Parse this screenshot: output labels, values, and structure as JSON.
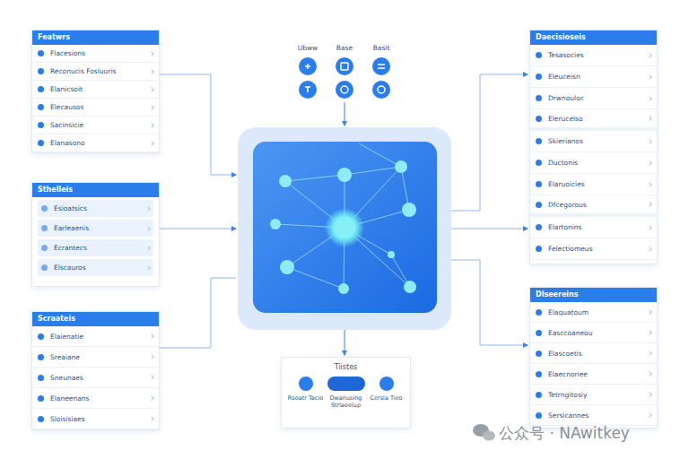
{
  "diagram": {
    "nodes": [
      {
        "text": [
          "Featwrs",
          "Flacesions",
          "Reconucis Fosluuris",
          "Elanicsoit",
          "Elecausos",
          "Sacinsicie",
          "Elanasono"
        ]
      },
      {
        "text": [
          "Sthelleis",
          "Esioatsics",
          "Earleaenis",
          "Ecrantecs",
          "Elscauros"
        ]
      },
      {
        "text": [
          "Scraateis",
          "Elaienatie",
          "Sreaiane",
          "Sneunaes",
          "Elaneenans",
          "Sloisisiaes"
        ]
      },
      {
        "text": [
          "Daecisioseis",
          "Tesasocies",
          "Eleuceisn",
          "Drwnouloc",
          "Elerucelso",
          "Skierianos",
          "Ductonis",
          "Elaruoicies",
          "Dfcegorous",
          "Elartonins",
          "Felectiomeus"
        ]
      },
      {
        "text": [
          "Dlseereins",
          "Elaquatoum",
          "Easccoaneou",
          "Elascoetis",
          "Elaecnoriee",
          "Tetrngitosiy",
          "Sersicannes"
        ]
      },
      {
        "text": [
          "Tiistes",
          "Rsoatr Tacio",
          "Dwanusing Strlaeelup",
          "Cersla Tieo"
        ]
      }
    ],
    "labels": [
      "Ubww",
      "Base",
      "Basit",
      "公众号 · NAwitkey"
    ]
  }
}
